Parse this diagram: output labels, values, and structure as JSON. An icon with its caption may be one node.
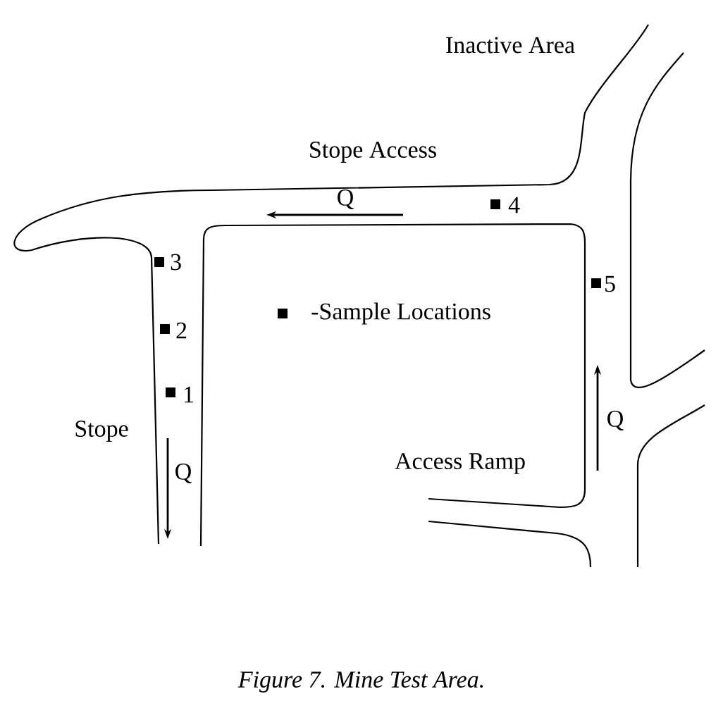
{
  "diagram": {
    "caption": "Figure 7. Mine Test Area.",
    "labels": [
      "Inactive Area",
      "Stope Access",
      "Q",
      "4",
      "3",
      "5",
      "2",
      "1",
      "Stope",
      "Q",
      "Access Ramp",
      "Q"
    ],
    "legend": [
      {
        "text": "-Sample Locations"
      }
    ]
  }
}
